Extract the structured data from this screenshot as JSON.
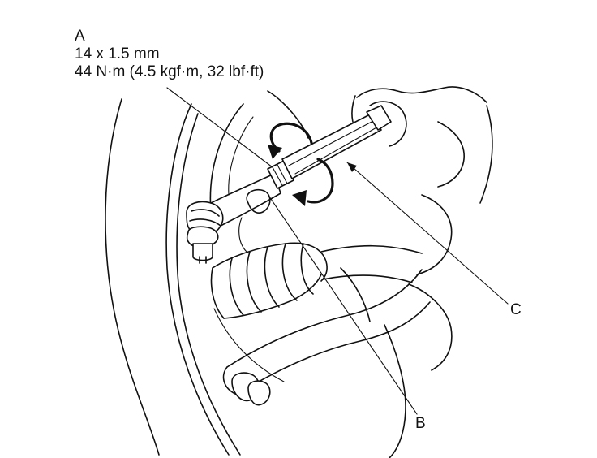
{
  "callouts": {
    "a": {
      "label": "A",
      "thread_spec": "14 x 1.5 mm",
      "torque_spec": "44 N·m (4.5 kgf·m, 32 lbf·ft)"
    },
    "b": {
      "label": "B"
    },
    "c": {
      "label": "C"
    }
  },
  "colors": {
    "line": "#111111",
    "background": "#ffffff"
  }
}
